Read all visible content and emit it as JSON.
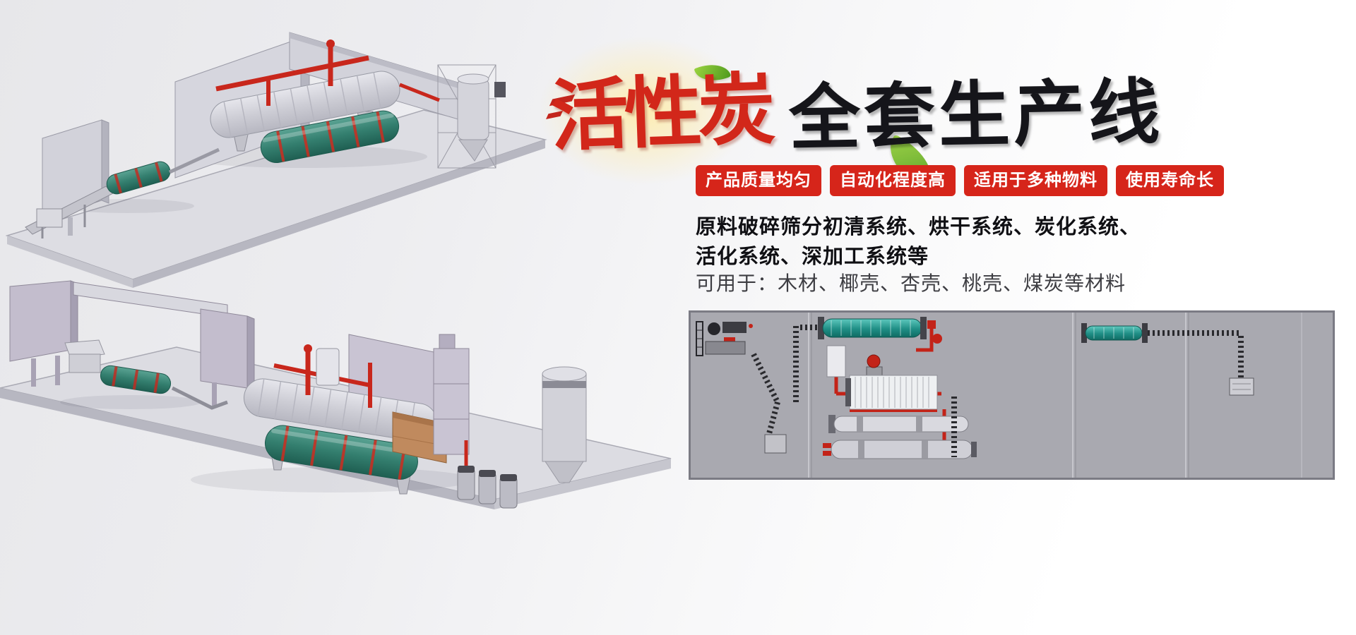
{
  "banner": {
    "title": {
      "red_text": "活性炭",
      "black_text": "全套生产线"
    },
    "badges": [
      {
        "label": "产品质量均匀"
      },
      {
        "label": "自动化程度高"
      },
      {
        "label": "适用于多种物料"
      },
      {
        "label": "使用寿命长"
      }
    ],
    "description": {
      "line1": "原料破碎筛分初清系统、烘干系统、炭化系统、",
      "line2": "活化系统、深加工系统等",
      "materials": "可用于：木材、椰壳、杏壳、桃壳、煤炭等材料"
    },
    "colors": {
      "badge_red": "#d6251a",
      "title_red": "#d2271a",
      "title_black": "#15151a",
      "leaf_green": "#69b52e",
      "diagram_background": "#a9a9b0"
    },
    "illustrations": {
      "top_render": "3d-render-production-line-upper",
      "bottom_render": "3d-render-production-line-lower",
      "layout_diagram": "top-view-equipment-layout-diagram"
    }
  }
}
